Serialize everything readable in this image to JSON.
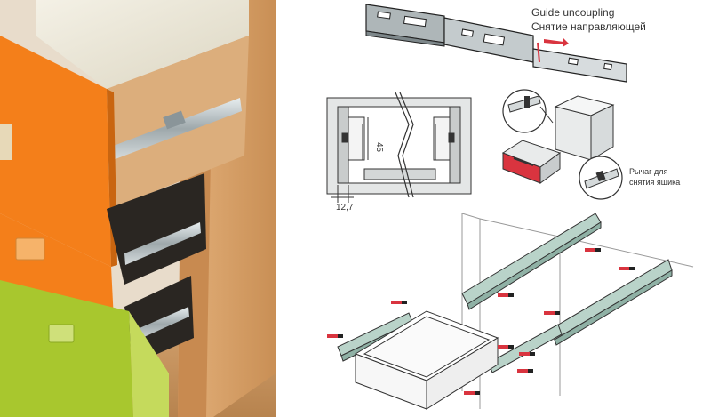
{
  "guide": {
    "label_en": "Guide uncoupling",
    "label_ru": "Снятие направляющей"
  },
  "dimensions": {
    "height": "45",
    "width": "12,7"
  },
  "lever": {
    "line1": "Рычаг для",
    "line2": "снятия ящика"
  },
  "colors": {
    "orange": "#f47f1a",
    "green": "#a8c72e",
    "wood": "#d9a56a",
    "red_drawer": "#d9343f",
    "steel": "#aeb6b8",
    "rail_green": "#b9d3c9"
  }
}
